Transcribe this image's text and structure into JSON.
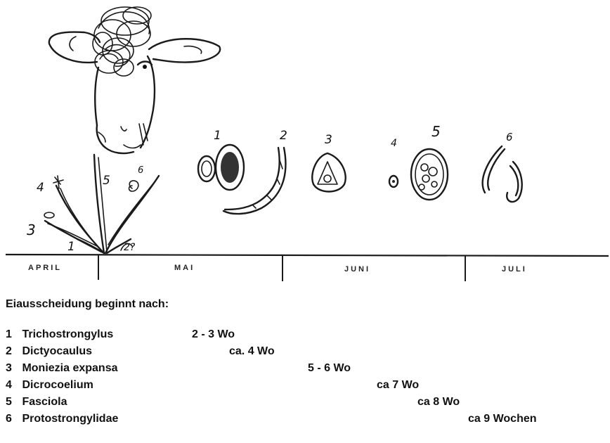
{
  "figure": {
    "heading": "Eiausscheidung beginnt nach:",
    "months": [
      "APRIL",
      "MAI",
      "JUNI",
      "JULI"
    ],
    "markers": {
      "egg_labels": [
        "1",
        "2",
        "3",
        "4",
        "5",
        "6"
      ],
      "plant_labels": [
        "4",
        "5",
        "6",
        "3",
        "1",
        "2?"
      ]
    },
    "rows": [
      {
        "number": "1",
        "name": "Trichostrongylus",
        "duration": "2 - 3 Wo"
      },
      {
        "number": "2",
        "name": "Dictyocaulus",
        "duration": "ca. 4 Wo"
      },
      {
        "number": "3",
        "name": "Moniezia expansa",
        "duration": "5 - 6 Wo"
      },
      {
        "number": "4",
        "name": "Dicrocoelium",
        "duration": "ca 7 Wo"
      },
      {
        "number": "5",
        "name": "Fasciola",
        "duration": "ca 8 Wo"
      },
      {
        "number": "6",
        "name": "Protostrongylidae",
        "duration": "ca 9 Wochen"
      }
    ]
  }
}
